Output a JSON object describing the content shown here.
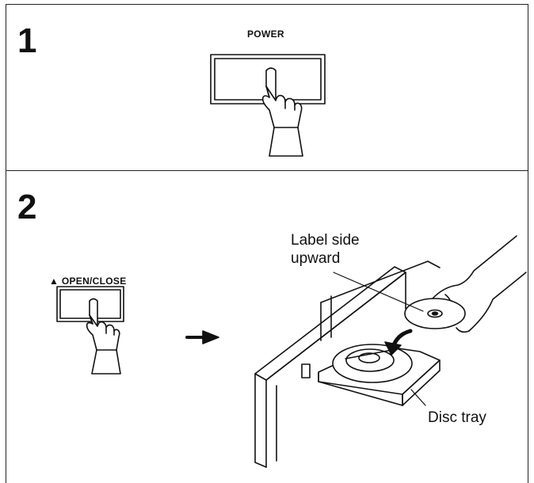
{
  "steps": [
    {
      "number": "1",
      "button_label": "POWER"
    },
    {
      "number": "2",
      "button_label": "OPEN/CLOSE",
      "button_symbol": "eject-icon"
    }
  ],
  "callouts": {
    "label_side_line1": "Label side",
    "label_side_line2": "upward",
    "disc_tray": "Disc tray"
  },
  "icons": [
    "pointing-hand-icon",
    "eject-icon",
    "arrow-right-icon",
    "disc-icon",
    "hand-holding-disc-icon"
  ]
}
